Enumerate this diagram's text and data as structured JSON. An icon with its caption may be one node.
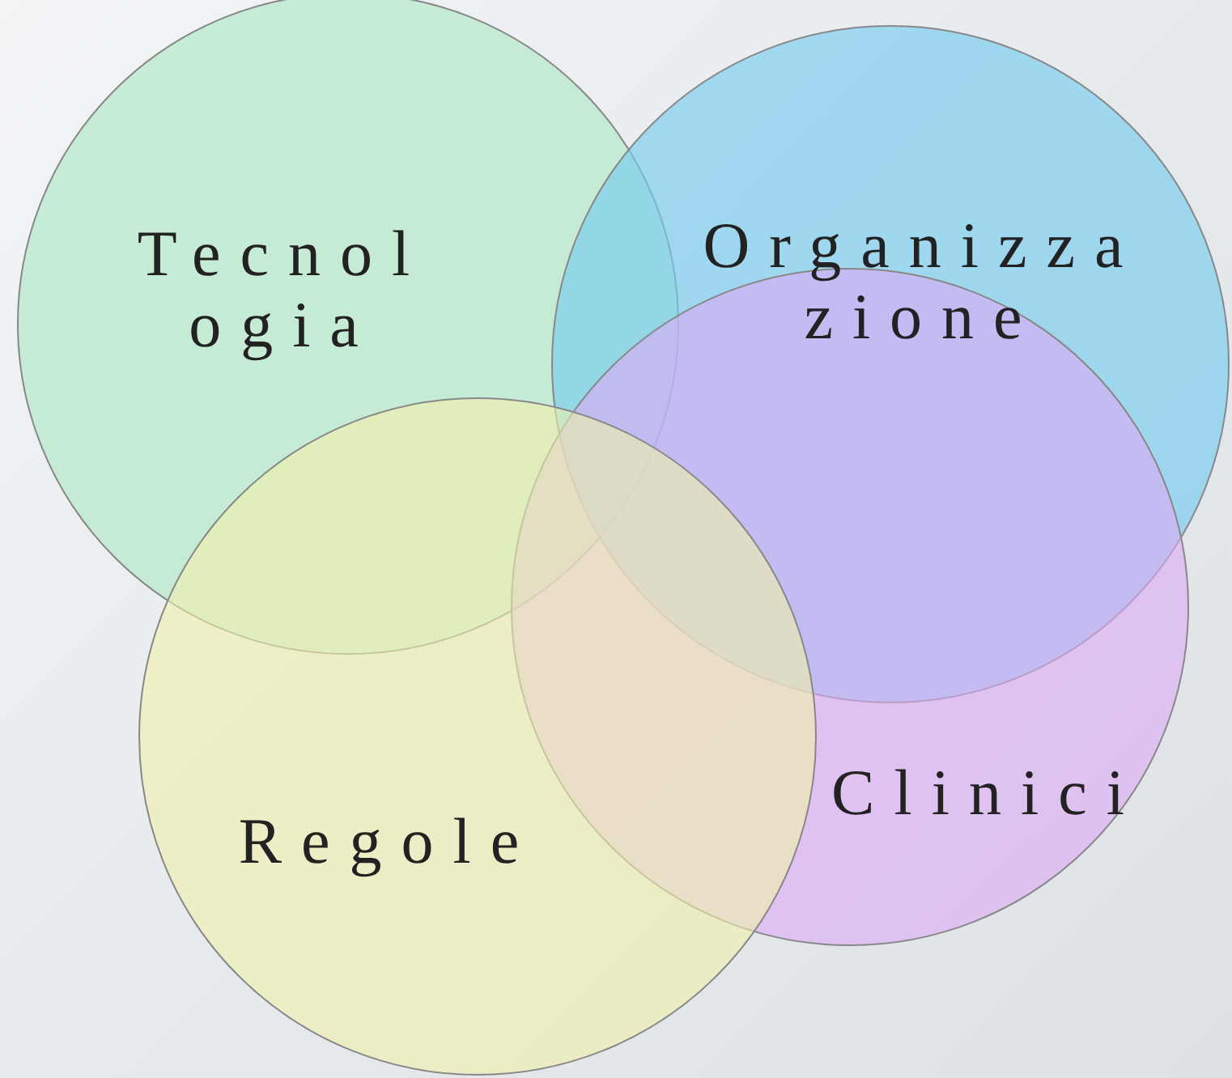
{
  "diagram": {
    "nodes": [
      {
        "text": [
          "Tecnol ogia"
        ]
      },
      {
        "text": [
          "Organizza zione"
        ]
      },
      {
        "text": [
          "Clinici"
        ]
      },
      {
        "text": [
          "Regole"
        ]
      }
    ]
  }
}
